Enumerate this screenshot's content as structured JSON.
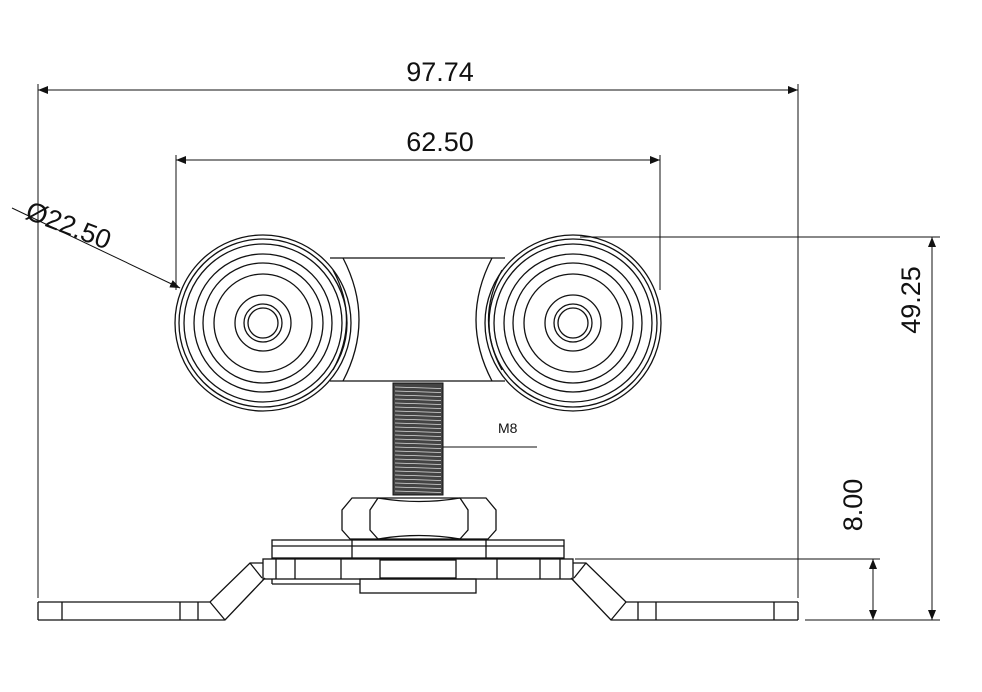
{
  "dimensions": {
    "overall_width": "97.74",
    "wheel_span": "62.50",
    "wheel_diameter": "Ø22.50",
    "overall_height": "49.25",
    "base_height": "8.00",
    "thread": "M8"
  },
  "colors": {
    "line": "#111111",
    "background": "#ffffff"
  }
}
